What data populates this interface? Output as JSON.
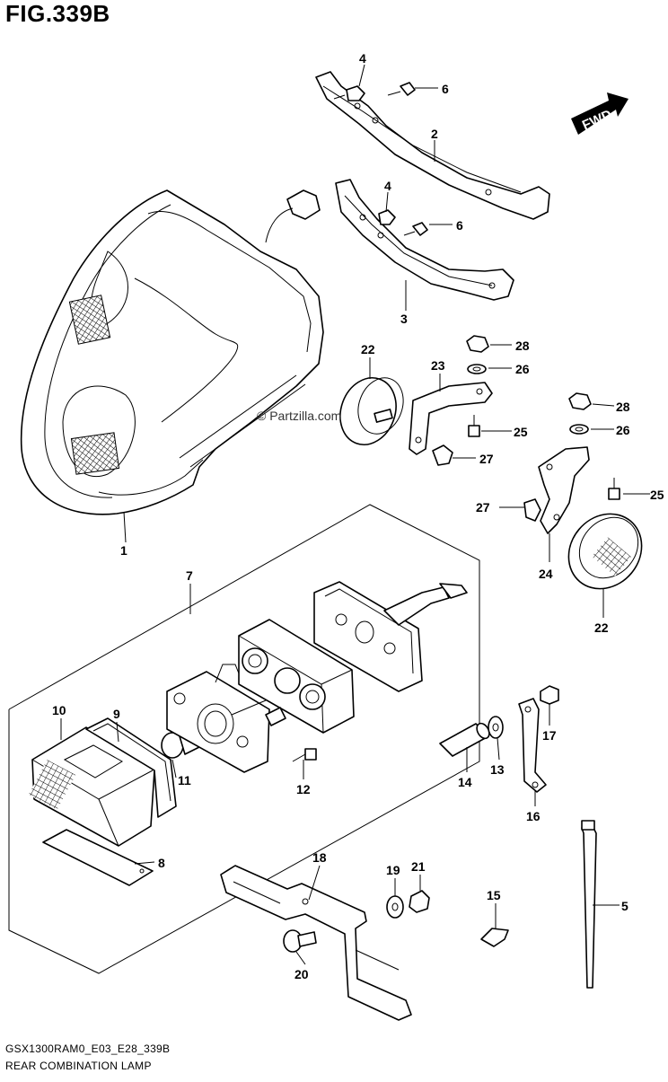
{
  "figure": {
    "title": "FIG.339B",
    "code": "GSX1300RAM0_E03_E28_339B",
    "caption": "REAR COMBINATION LAMP",
    "watermark": "© Partzilla.com",
    "direction_label": "FWD"
  },
  "callouts": [
    "4",
    "6",
    "2",
    "4",
    "6",
    "3",
    "22",
    "23",
    "28",
    "26",
    "25",
    "27",
    "28",
    "26",
    "25",
    "27",
    "24",
    "22",
    "1",
    "7",
    "10",
    "9",
    "11",
    "12",
    "8",
    "14",
    "13",
    "17",
    "16",
    "18",
    "19",
    "21",
    "15",
    "5",
    "20"
  ]
}
